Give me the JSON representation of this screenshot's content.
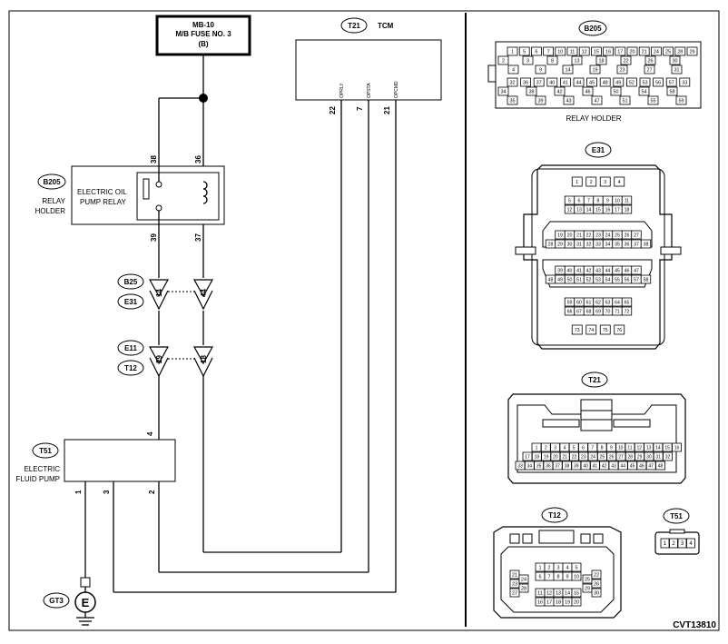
{
  "fuse": {
    "line1": "MB-10",
    "line2": "M/B FUSE NO. 3",
    "line3": "(B)"
  },
  "tcm": {
    "id": "T21",
    "label": "TCM",
    "pins": [
      {
        "name": "OPRLY",
        "num": "22"
      },
      {
        "name": "OPSTA",
        "num": "7"
      },
      {
        "name": "OPCMD",
        "num": "21"
      }
    ]
  },
  "relay": {
    "id": "B205",
    "holder_line1": "RELAY",
    "holder_line2": "HOLDER",
    "name_line1": "ELECTRIC OIL",
    "name_line2": "PUMP RELAY",
    "pin_top_left": "38",
    "pin_top_right": "36",
    "pin_bottom_left": "39",
    "pin_bottom_right": "37"
  },
  "junction1": {
    "id_top": "B25",
    "id_bottom": "E31",
    "pin_left": "14",
    "pin_right": "44"
  },
  "junction2": {
    "id_top": "E11",
    "id_bottom": "T12",
    "pin_left": "29",
    "pin_right": "18"
  },
  "pump": {
    "id": "T51",
    "name_line1": "ELECTRIC",
    "name_line2": "FLUID PUMP",
    "pin_top": "4",
    "pin_1": "1",
    "pin_3": "3",
    "pin_2": "2"
  },
  "ground": {
    "id": "GT3",
    "symbol": "E"
  },
  "connectors": {
    "b205": {
      "id": "B205",
      "caption": "RELAY HOLDER",
      "pins": [
        "1",
        "5",
        "6",
        "7",
        "10",
        "11",
        "12",
        "15",
        "16",
        "17",
        "20",
        "21",
        "24",
        "25",
        "28",
        "29",
        "2",
        "3",
        "8",
        "13",
        "18",
        "22",
        "26",
        "30",
        "4",
        "9",
        "14",
        "19",
        "23",
        "27",
        "31",
        "32",
        "36",
        "37",
        "40",
        "41",
        "44",
        "45",
        "48",
        "49",
        "52",
        "53",
        "56",
        "57",
        "33",
        "34",
        "38",
        "42",
        "46",
        "50",
        "54",
        "58",
        "35",
        "39",
        "43",
        "47",
        "51",
        "55",
        "59"
      ]
    },
    "e31": {
      "id": "E31",
      "rows": [
        [
          "1",
          "2",
          "3",
          "4"
        ],
        [
          "5",
          "6",
          "7",
          "8",
          "9",
          "10",
          "11"
        ],
        [
          "12",
          "13",
          "14",
          "15",
          "16",
          "17",
          "18"
        ],
        [
          "19",
          "20",
          "21",
          "22",
          "23",
          "24",
          "25",
          "26",
          "27"
        ],
        [
          "28",
          "29",
          "30",
          "31",
          "32",
          "33",
          "34",
          "35",
          "36",
          "37",
          "38"
        ],
        [
          "39",
          "40",
          "41",
          "42",
          "43",
          "44",
          "45",
          "46",
          "47"
        ],
        [
          "48",
          "49",
          "50",
          "51",
          "52",
          "53",
          "54",
          "55",
          "56",
          "57",
          "58"
        ],
        [
          "59",
          "60",
          "61",
          "62",
          "63",
          "64",
          "65"
        ],
        [
          "66",
          "67",
          "68",
          "69",
          "70",
          "71",
          "72"
        ],
        [
          "73",
          "74",
          "75",
          "76"
        ]
      ]
    },
    "t21": {
      "id": "T21",
      "rows": [
        [
          "1",
          "2",
          "3",
          "4",
          "5",
          "6",
          "7",
          "8",
          "9",
          "10",
          "11",
          "12",
          "13",
          "14",
          "15",
          "16"
        ],
        [
          "17",
          "18",
          "19",
          "20",
          "21",
          "22",
          "23",
          "24",
          "25",
          "26",
          "27",
          "28",
          "29",
          "30",
          "31",
          "32"
        ],
        [
          "33",
          "34",
          "35",
          "36",
          "37",
          "38",
          "39",
          "40",
          "41",
          "42",
          "43",
          "44",
          "45",
          "46",
          "47",
          "48"
        ]
      ]
    },
    "t12": {
      "id": "T12",
      "center_rows": [
        [
          "1",
          "2",
          "3",
          "4",
          "5"
        ],
        [
          "6",
          "7",
          "8",
          "9",
          "10"
        ],
        [
          "11",
          "12",
          "13",
          "14",
          "15"
        ],
        [
          "16",
          "17",
          "18",
          "19",
          "20"
        ]
      ],
      "left_col": [
        "21",
        "23",
        "27"
      ],
      "left_col2": [
        "24",
        "28"
      ],
      "right_col": [
        "22",
        "26",
        "30"
      ],
      "right_col2": [
        "25",
        "29"
      ]
    },
    "t51": {
      "id": "T51",
      "pins": [
        "1",
        "2",
        "3",
        "4"
      ]
    }
  },
  "code": "CVT13810"
}
